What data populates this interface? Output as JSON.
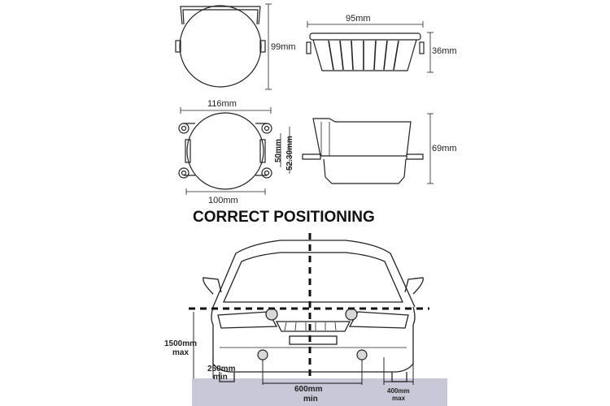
{
  "dimensions": {
    "front_height": "99mm",
    "side_width": "95mm",
    "side_depth": "36mm",
    "mount_width": "116mm",
    "mount_inner_height": "50mm",
    "mount_center_height": "52.30mm",
    "mount_lens_width": "100mm",
    "total_depth": "69mm"
  },
  "title": "CORRECT POSITIONING",
  "positioning": {
    "max_height_value": "1500mm",
    "max_height_qualifier": "max",
    "min_ground_value": "250mm",
    "min_ground_qualifier": "min",
    "min_spacing_value": "600mm",
    "min_spacing_qualifier": "min",
    "max_edge_value": "400mm",
    "max_edge_qualifier": "max"
  },
  "colors": {
    "line": "#222222",
    "ground": "#c8c8d8",
    "lamp": "#d8d8d8"
  }
}
